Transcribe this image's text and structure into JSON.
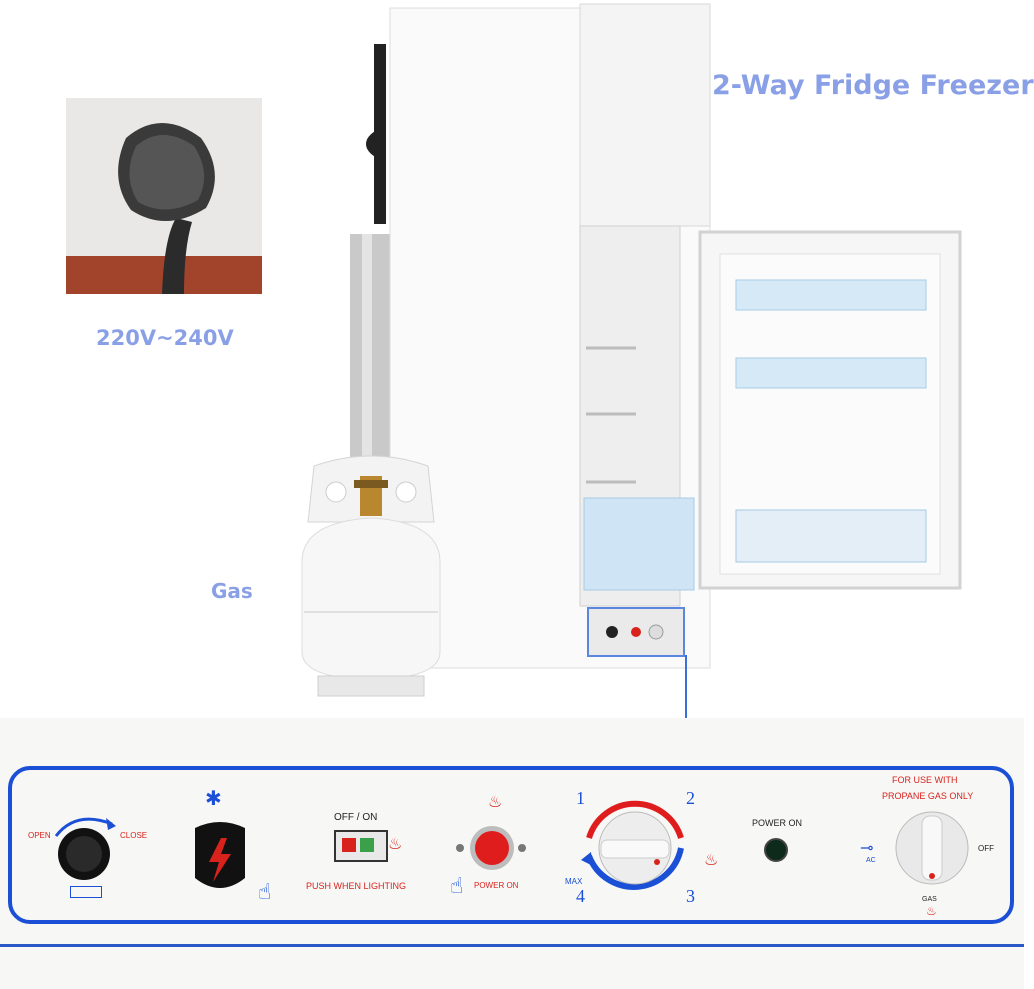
{
  "labels": {
    "title": "2-Way Fridge Freezer",
    "voltage": "220V~240V",
    "gas": "Gas"
  },
  "panel": {
    "knob_open": "OPEN",
    "knob_close": "CLOSE",
    "off_on": "OFF / ON",
    "push_when_lighting": "PUSH  WHEN  LIGHTING",
    "power_on_button": "POWER ON",
    "thermostat_1": "1",
    "thermostat_2": "2",
    "thermostat_3": "3",
    "thermostat_4": "4",
    "thermostat_max": "MAX",
    "power_on_indicator": "POWER ON",
    "propane_line1": "FOR USE WITH",
    "propane_line2": "PROPANE GAS ONLY",
    "selector_ac": "AC",
    "selector_off": "OFF",
    "selector_gas": "GAS"
  },
  "colors": {
    "headline": "#8aa0e6",
    "panel_blue": "#1a4fd6",
    "panel_red": "#d8231d"
  },
  "icons": [
    "power-plug-photo",
    "propane-tank",
    "refrigerator",
    "snowflake-icon",
    "flame-icon",
    "spark-icon",
    "hand-pointer-icon",
    "ac-plug-icon"
  ]
}
